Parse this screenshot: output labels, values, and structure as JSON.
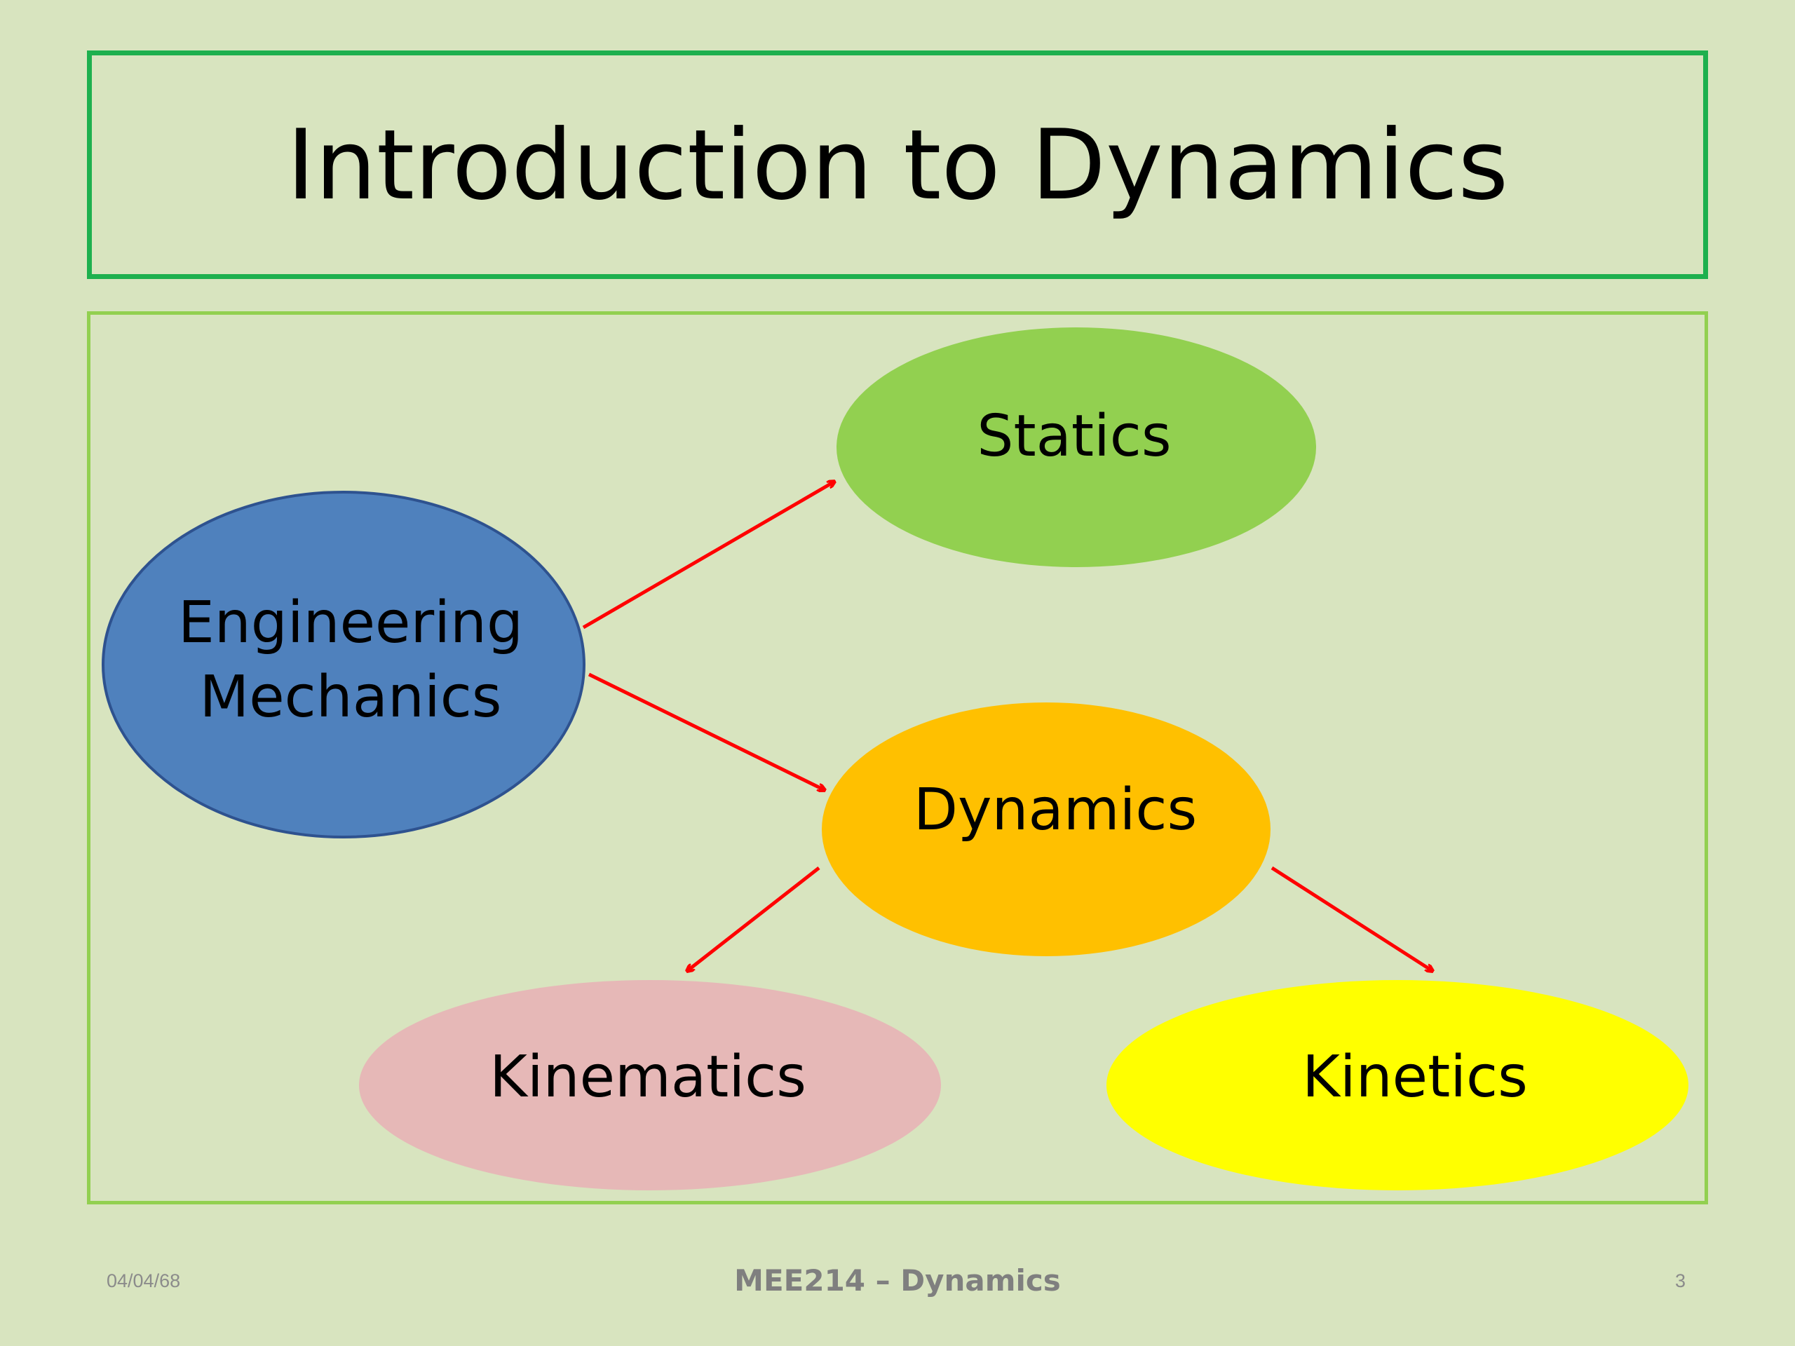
{
  "title": "Introduction to Dynamics",
  "diagram": {
    "nodes": [
      {
        "id": "engineering-mechanics",
        "lines": [
          "Engineering",
          "Mechanics"
        ],
        "color": "#4f81bd",
        "stroke": "#2e528f"
      },
      {
        "id": "statics",
        "lines": [
          "Statics"
        ],
        "color": "#92d050"
      },
      {
        "id": "dynamics",
        "lines": [
          "Dynamics"
        ],
        "color": "#ffc000"
      },
      {
        "id": "kinematics",
        "lines": [
          "Kinematics"
        ],
        "color": "#e6b8b7"
      },
      {
        "id": "kinetics",
        "lines": [
          "Kinetics"
        ],
        "color": "#ffff00"
      }
    ],
    "edges": [
      {
        "from": "engineering-mechanics",
        "to": "statics"
      },
      {
        "from": "engineering-mechanics",
        "to": "dynamics"
      },
      {
        "from": "dynamics",
        "to": "kinematics"
      },
      {
        "from": "dynamics",
        "to": "kinetics"
      }
    ],
    "arrow_color": "#ff0000"
  },
  "footer": {
    "date": "04/04/68",
    "course": "MEE214 – Dynamics",
    "page": "3"
  }
}
